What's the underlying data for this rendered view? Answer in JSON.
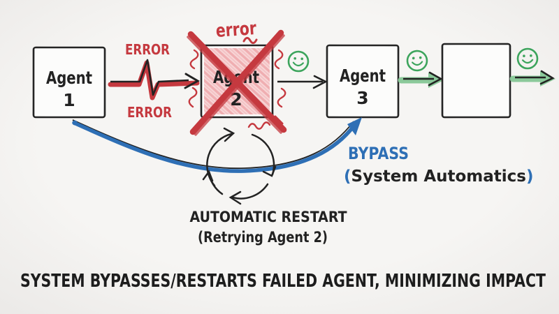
{
  "diagram": {
    "caption": "SYSTEM BYPASSES/RESTARTS FAILED AGENT, MINIMIZING IMPACT",
    "agent1": {
      "name": "Agent",
      "number": "1"
    },
    "agent2": {
      "name": "Agent",
      "number": "2",
      "error_tag": "error"
    },
    "agent3": {
      "name": "Agent",
      "number": "3"
    },
    "error_flow": {
      "top": "ERROR",
      "bottom": "ERROR"
    },
    "bypass": {
      "label": "BYPASS",
      "paren_open": "(",
      "subtitle": "System Automatics",
      "paren_close": ")"
    },
    "restart": {
      "title": "AUTOMATIC RESTART",
      "subtitle": "(Retrying Agent 2)"
    },
    "colors": {
      "error_red": "#c5393f",
      "bypass_blue": "#2e6fb5",
      "success_green": "#3ca45c",
      "success_green_light": "#8bc99a",
      "ink": "#222222",
      "failed_fill_pink": "#f7d0d1"
    }
  }
}
